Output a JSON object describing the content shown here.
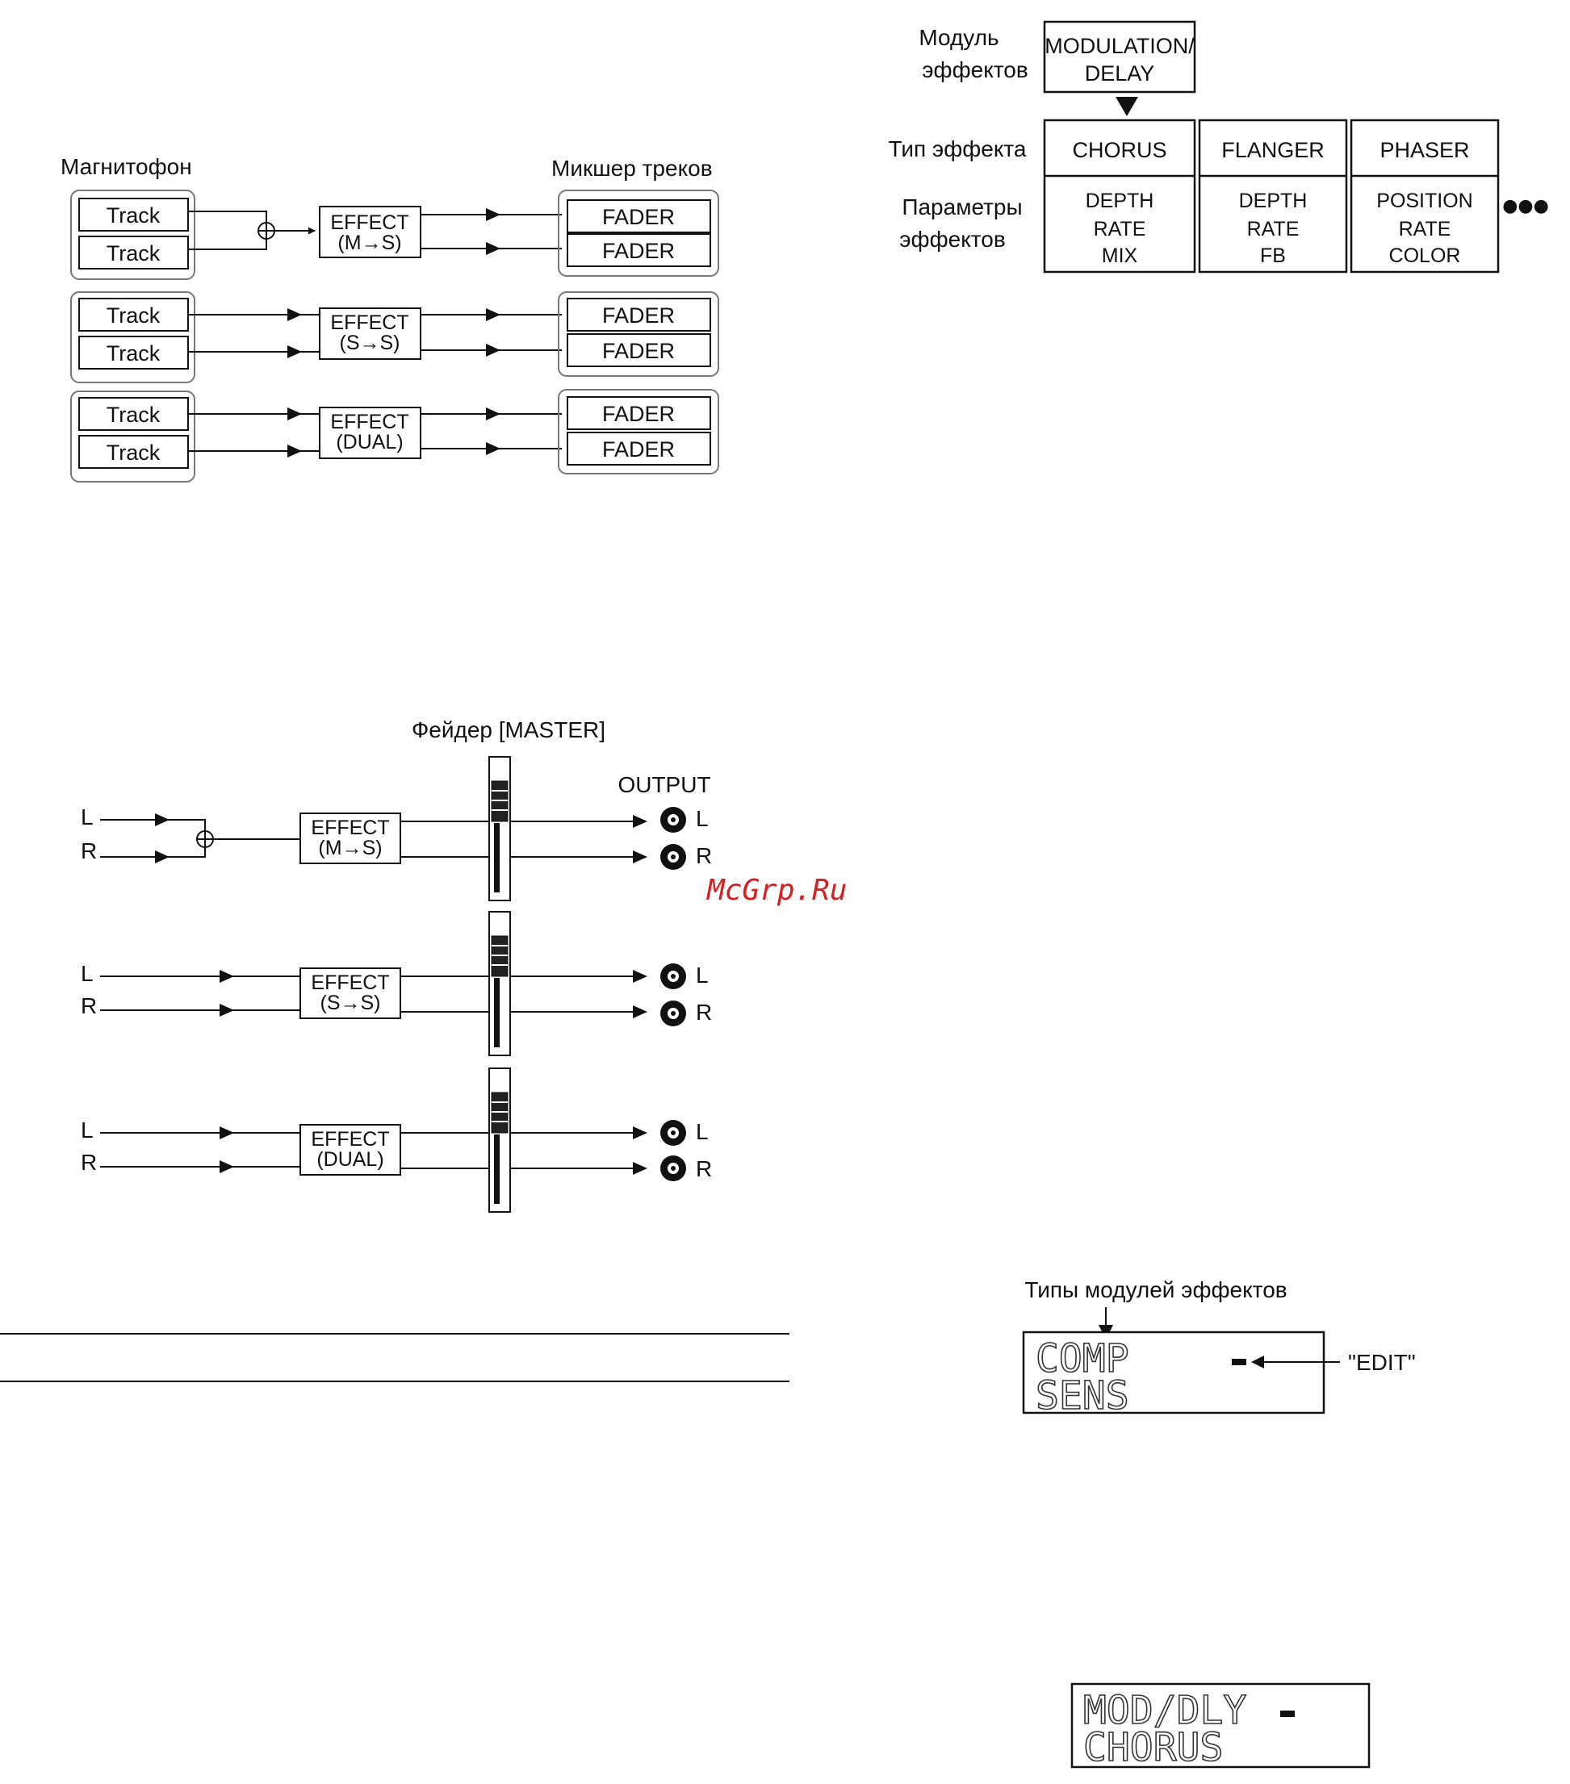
{
  "diagram_a": {
    "recorder_label": "Магнитофон",
    "mixer_label": "Микшер треков",
    "track_label": "Track",
    "fader_label": "FADER",
    "effect_label": "EFFECT",
    "modes": [
      "(M→S)",
      "(S→S)",
      "(DUAL)"
    ]
  },
  "diagram_b": {
    "module_label_1": "Модуль",
    "module_label_2": "эффектов",
    "module_box_1": "MODULATION/",
    "module_box_2": "DELAY",
    "type_label": "Тип эффекта",
    "params_label_1": "Параметры",
    "params_label_2": "эффектов",
    "types": [
      {
        "name": "CHORUS",
        "params": [
          "DEPTH",
          "RATE",
          "MIX"
        ]
      },
      {
        "name": "FLANGER",
        "params": [
          "DEPTH",
          "RATE",
          "FB"
        ]
      },
      {
        "name": "PHASER",
        "params": [
          "POSITION",
          "RATE",
          "COLOR"
        ]
      }
    ],
    "more": "●●●"
  },
  "diagram_c": {
    "master_label": "Фейдер [MASTER]",
    "output_label": "OUTPUT",
    "in_l": "L",
    "in_r": "R",
    "out_l": "L",
    "out_r": "R",
    "effect_label": "EFFECT",
    "modes": [
      "(M→S)",
      "(S→S)",
      "(DUAL)"
    ]
  },
  "watermark": "McGrp.Ru",
  "lcd_1": {
    "caption": "Типы модулей эффектов",
    "line1": "COMP",
    "line2": "SENS",
    "edit_label": "\"EDIT\""
  },
  "lcd_2": {
    "line1": "MOD/DLY",
    "line2": "CHORUS"
  }
}
